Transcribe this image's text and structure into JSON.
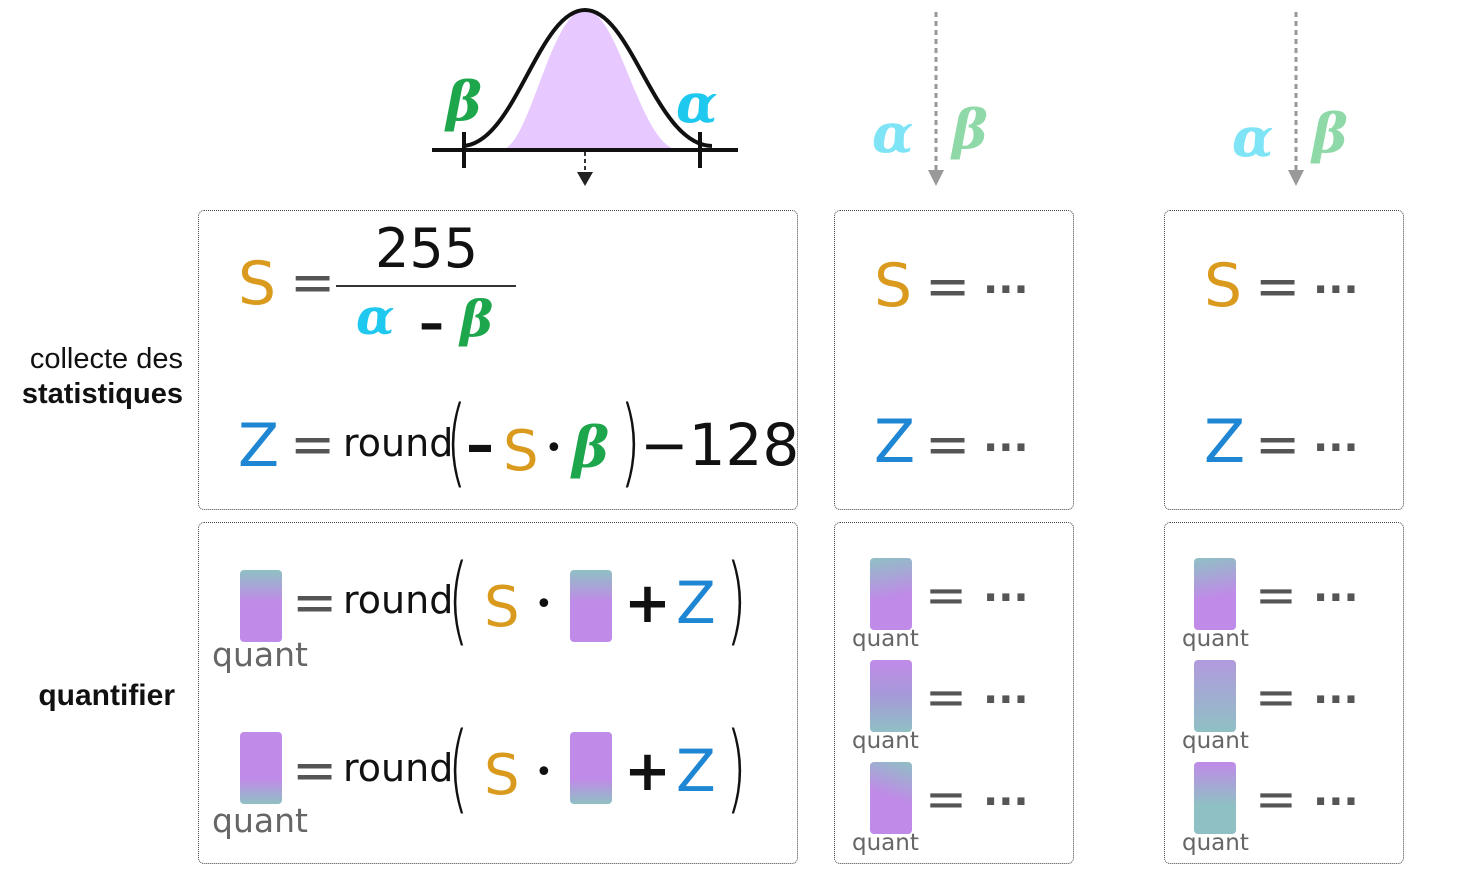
{
  "colors": {
    "s": "#d99a1e",
    "z": "#1f86d4",
    "alpha": "#1fc8ee",
    "beta": "#1da64b",
    "alpha_light": "#7fe4f6",
    "beta_light": "#8fd9a8",
    "curve_fill": "#e7c9ff"
  },
  "labels": {
    "collect_line1": "collecte des",
    "collect_line2": "statistiques",
    "quantize": "quantifier"
  },
  "symbols": {
    "s": "S",
    "z": "Z",
    "alpha": "α",
    "beta": "β",
    "equals": "=",
    "ellipsis": "···",
    "round": "round",
    "numerator": "255",
    "minus": "–",
    "minus128": "−128",
    "plus": "+",
    "dot": "•",
    "quant": "quant"
  }
}
